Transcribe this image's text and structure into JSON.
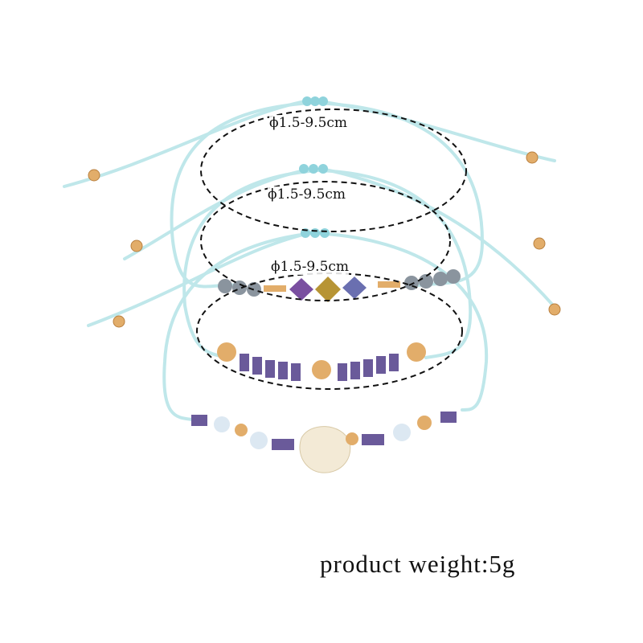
{
  "size_labels": [
    "ϕ1.5-9.5cm",
    "ϕ1.5-9.5cm",
    "ϕ1.5-9.5cm"
  ],
  "weight_label": "product weight:5g",
  "colors": {
    "cord": "#c9ecef",
    "cord_edge": "#8fcfd6",
    "gold": "#e2ad6a",
    "iridescent": "#7a4fa0",
    "crystal": "#8a949e",
    "shell": "#f3ead6"
  }
}
